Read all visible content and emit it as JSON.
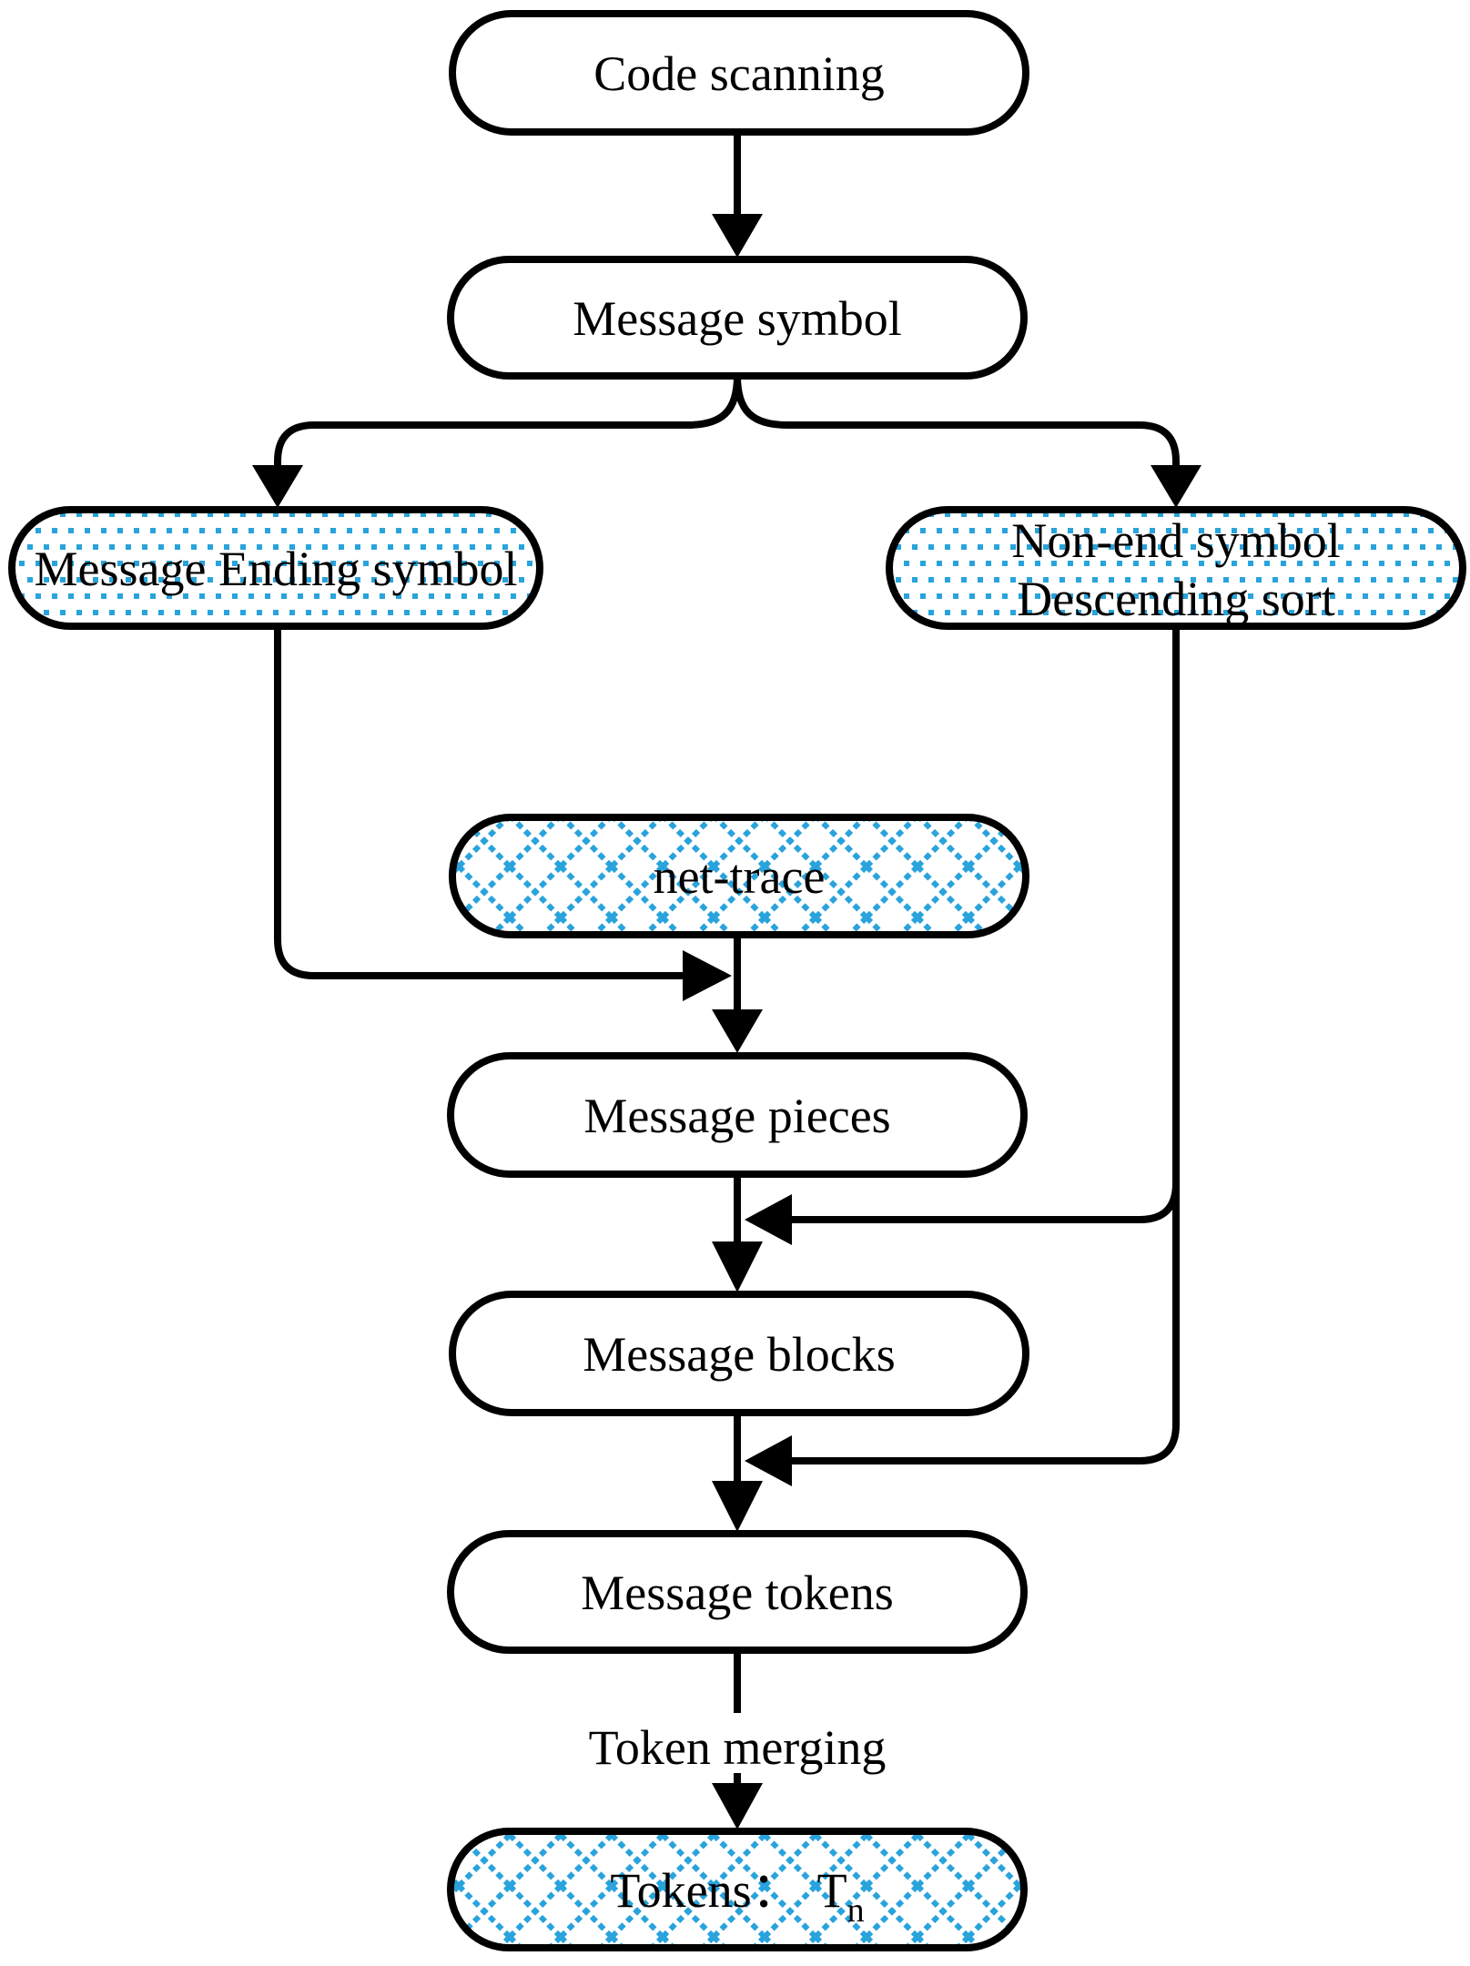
{
  "diagram": {
    "type": "flowchart",
    "background": "#ffffff",
    "colors": {
      "line": "#000000",
      "pattern_blue": "#29a3dc",
      "node_fill": "#ffffff"
    },
    "nodes": [
      {
        "id": "code-scanning",
        "label": "Code scanning",
        "style": "plain"
      },
      {
        "id": "message-symbol",
        "label": "Message symbol",
        "style": "plain"
      },
      {
        "id": "message-ending-symbol",
        "label": "Message Ending symbol",
        "style": "dotted-blue"
      },
      {
        "id": "non-end-symbol",
        "label_line1": "Non-end symbol",
        "label_line2": "Descending sort",
        "style": "dotted-blue"
      },
      {
        "id": "net-trace",
        "label": "net-trace",
        "style": "crosshatch-blue"
      },
      {
        "id": "message-pieces",
        "label": "Message pieces",
        "style": "plain"
      },
      {
        "id": "message-blocks",
        "label": "Message blocks",
        "style": "plain"
      },
      {
        "id": "message-tokens",
        "label": "Message tokens",
        "style": "plain"
      },
      {
        "id": "tokens",
        "label_prefix": "Tokens：",
        "label_t": "T",
        "label_sub": "n",
        "style": "crosshatch-blue"
      }
    ],
    "edge_label": "Token merging",
    "edges": [
      {
        "from": "Code scanning",
        "to": "Message symbol"
      },
      {
        "from": "Message symbol",
        "to": "Message Ending symbol"
      },
      {
        "from": "Message symbol",
        "to": "Non-end symbol Descending sort"
      },
      {
        "from": "Message Ending symbol",
        "to": "Message pieces"
      },
      {
        "from": "net-trace",
        "to": "Message pieces"
      },
      {
        "from": "Message pieces",
        "to": "Message blocks"
      },
      {
        "from": "Non-end symbol Descending sort",
        "to": "Message blocks"
      },
      {
        "from": "Message blocks",
        "to": "Message tokens"
      },
      {
        "from": "Non-end symbol Descending sort",
        "to": "Message tokens"
      },
      {
        "from": "Message tokens",
        "to": "Tokens：Tn",
        "label": "Token merging"
      }
    ]
  }
}
